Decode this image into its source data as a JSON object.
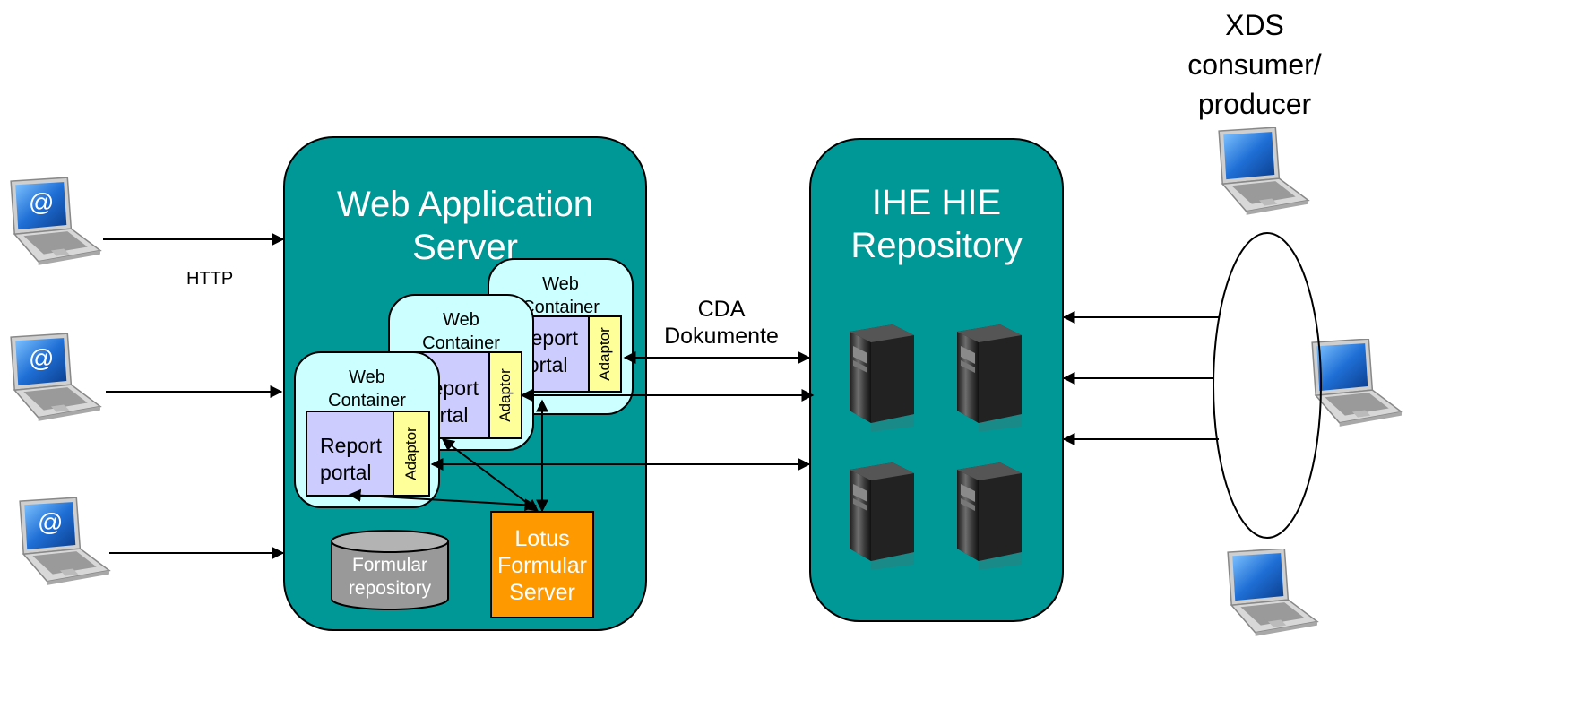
{
  "labels": {
    "http": "HTTP",
    "cda": "CDA",
    "cda_sub": "Dokumente",
    "xds_line1": "XDS",
    "xds_line2": "consumer/",
    "xds_line3": "producer"
  },
  "was": {
    "title_line1": "Web Application",
    "title_line2": "Server"
  },
  "ihe": {
    "title_line1": "IHE HIE",
    "title_line2": "Repository"
  },
  "containers": {
    "back": {
      "title_line1": "Web",
      "title_line2": "Container",
      "portal_line1": "Report",
      "portal_line2": "portal",
      "adaptor": "Adaptor"
    },
    "mid": {
      "title_line1": "Web",
      "title_line2": "Container",
      "portal_line1": "Report",
      "portal_line2": "portal",
      "adaptor": "Adaptor"
    },
    "front": {
      "title_line1": "Web",
      "title_line2": "Container",
      "portal_line1": "Report",
      "portal_line2": "portal",
      "adaptor": "Adaptor"
    }
  },
  "lotus": {
    "line1": "Lotus",
    "line2": "Formular",
    "line3": "Server"
  },
  "formular_repo": {
    "line1": "Formular",
    "line2": "repository"
  },
  "icons": {
    "client_laptop": "laptop-email-icon",
    "xds_laptop": "laptop-icon",
    "server": "server-tower-icon",
    "database": "database-icon"
  },
  "colors": {
    "server_panel": "#009896",
    "web_container": "#ccffff",
    "report_portal": "#ccccff",
    "adaptor": "#ffff99",
    "lotus": "#ff9900",
    "formular_repo": "#999999"
  }
}
